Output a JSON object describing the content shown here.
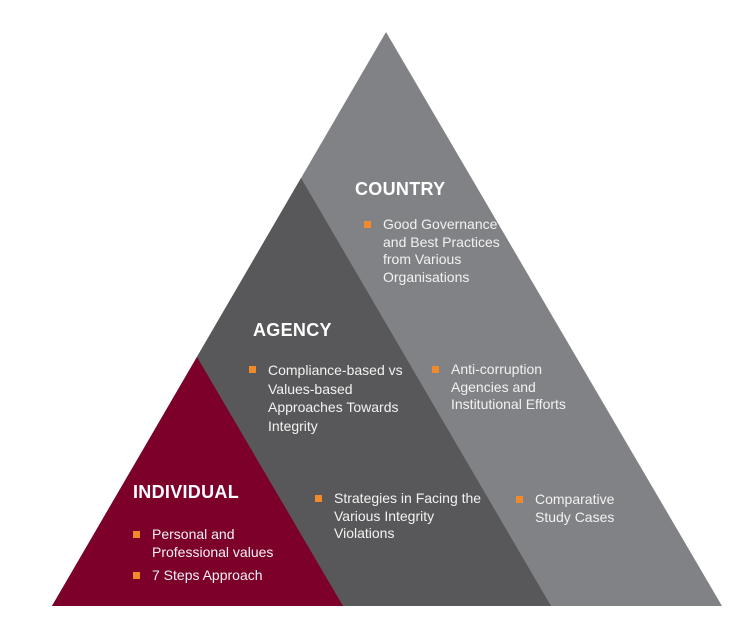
{
  "colors": {
    "country": "#818285",
    "agency": "#58585a",
    "individual": "#7c0029",
    "bullet": "#f08a2a"
  },
  "levels": {
    "country": {
      "title": "COUNTRY",
      "items": [
        "Good Governance and Best Practices from Various Organisations",
        "Anti-corruption Agencies and Institutional Efforts",
        "Comparative Study Cases"
      ]
    },
    "agency": {
      "title": "AGENCY",
      "items": [
        "Compliance-based vs Values-based Approaches Towards Integrity",
        "Strategies in Facing the Various Integrity Violations"
      ]
    },
    "individual": {
      "title": "INDIVIDUAL",
      "items": [
        "Personal and Professional values",
        "7 Steps Approach"
      ]
    }
  }
}
